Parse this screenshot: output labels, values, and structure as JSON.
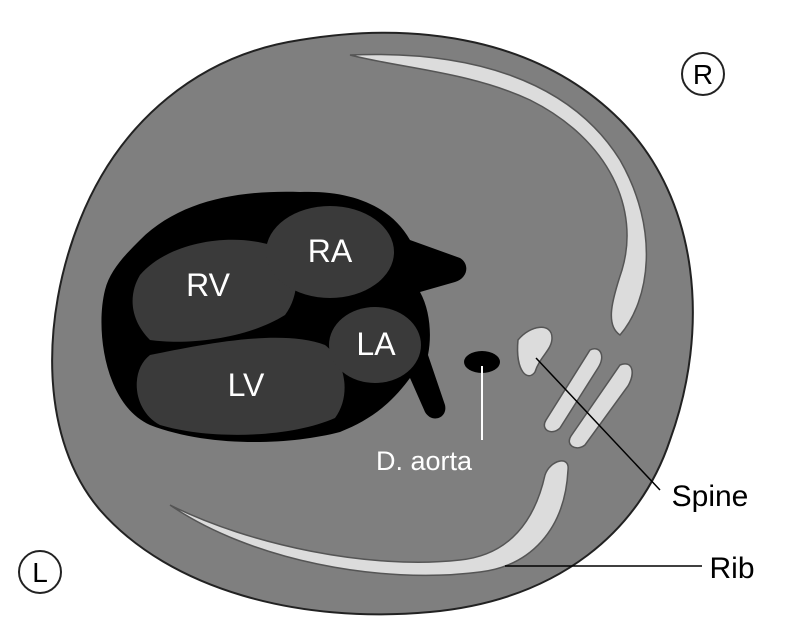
{
  "labels": {
    "rv": "RV",
    "ra": "RA",
    "lv": "LV",
    "la": "LA",
    "aorta": "D. aorta",
    "spine": "Spine",
    "rib": "Rib",
    "right": "R",
    "left": "L"
  },
  "colors": {
    "body": "#7f7f7f",
    "heart_outline": "#000000",
    "chambers": "#3a3a3a",
    "bone": "#dcdcdc",
    "text_light": "#ffffff",
    "text_dark": "#000000"
  }
}
